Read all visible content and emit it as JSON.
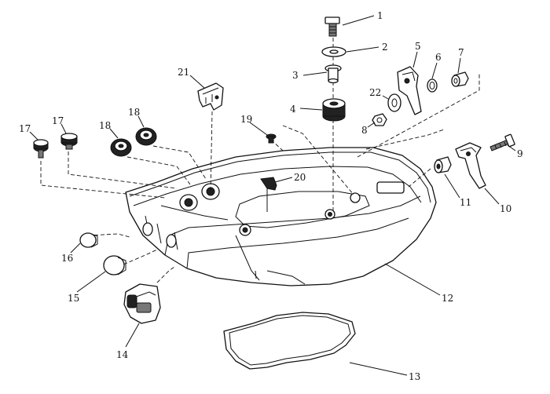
{
  "diagram": {
    "labels": {
      "n1": "1",
      "n2": "2",
      "n3": "3",
      "n4": "4",
      "n5": "5",
      "n6": "6",
      "n7": "7",
      "n8": "8",
      "n9": "9",
      "n10": "10",
      "n11": "11",
      "n12": "12",
      "n13": "13",
      "n14": "14",
      "n15": "15",
      "n16": "16",
      "n17a": "17",
      "n17b": "17",
      "n18a": "18",
      "n18b": "18",
      "n19": "19",
      "n20": "20",
      "n21": "21",
      "n22": "22"
    },
    "colors": {
      "line": "#111111",
      "background": "#ffffff"
    }
  }
}
